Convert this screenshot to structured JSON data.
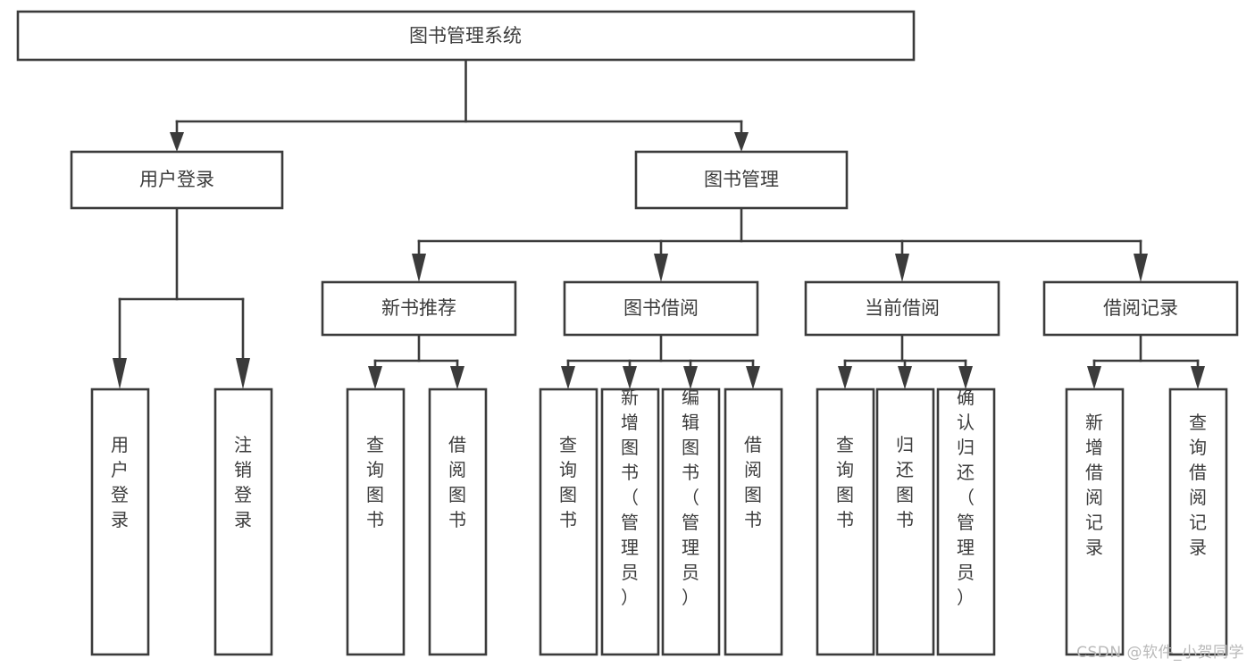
{
  "diagram": {
    "title": "图书管理系统",
    "type": "tree-hierarchy",
    "watermark": "CSDN @软件_小贺同学",
    "colors": {
      "stroke": "#3b3b3b",
      "text": "#3c3c3c",
      "box_fill": "#ffffff",
      "background": "#ffffff",
      "watermark": "#b9b9b9"
    },
    "levels": {
      "root": {
        "label": "图书管理系统"
      },
      "level2": [
        {
          "label": "用户登录"
        },
        {
          "label": "图书管理"
        }
      ],
      "level3": [
        {
          "label": "新书推荐"
        },
        {
          "label": "图书借阅"
        },
        {
          "label": "当前借阅"
        },
        {
          "label": "借阅记录"
        }
      ],
      "leaves": [
        {
          "label": "用户登录",
          "parent": "用户登录"
        },
        {
          "label": "注销登录",
          "parent": "用户登录"
        },
        {
          "label": "查询图书",
          "parent": "新书推荐"
        },
        {
          "label": "借阅图书",
          "parent": "新书推荐"
        },
        {
          "label": "查询图书",
          "parent": "图书借阅"
        },
        {
          "label": "新增图书（管理员）",
          "parent": "图书借阅"
        },
        {
          "label": "编辑图书（管理员）",
          "parent": "图书借阅"
        },
        {
          "label": "借阅图书",
          "parent": "图书借阅"
        },
        {
          "label": "查询图书",
          "parent": "当前借阅"
        },
        {
          "label": "归还图书",
          "parent": "当前借阅"
        },
        {
          "label": "确认归还（管理员）",
          "parent": "当前借阅"
        },
        {
          "label": "新增借阅记录",
          "parent": "借阅记录"
        },
        {
          "label": "查询借阅记录",
          "parent": "借阅记录"
        }
      ]
    }
  }
}
